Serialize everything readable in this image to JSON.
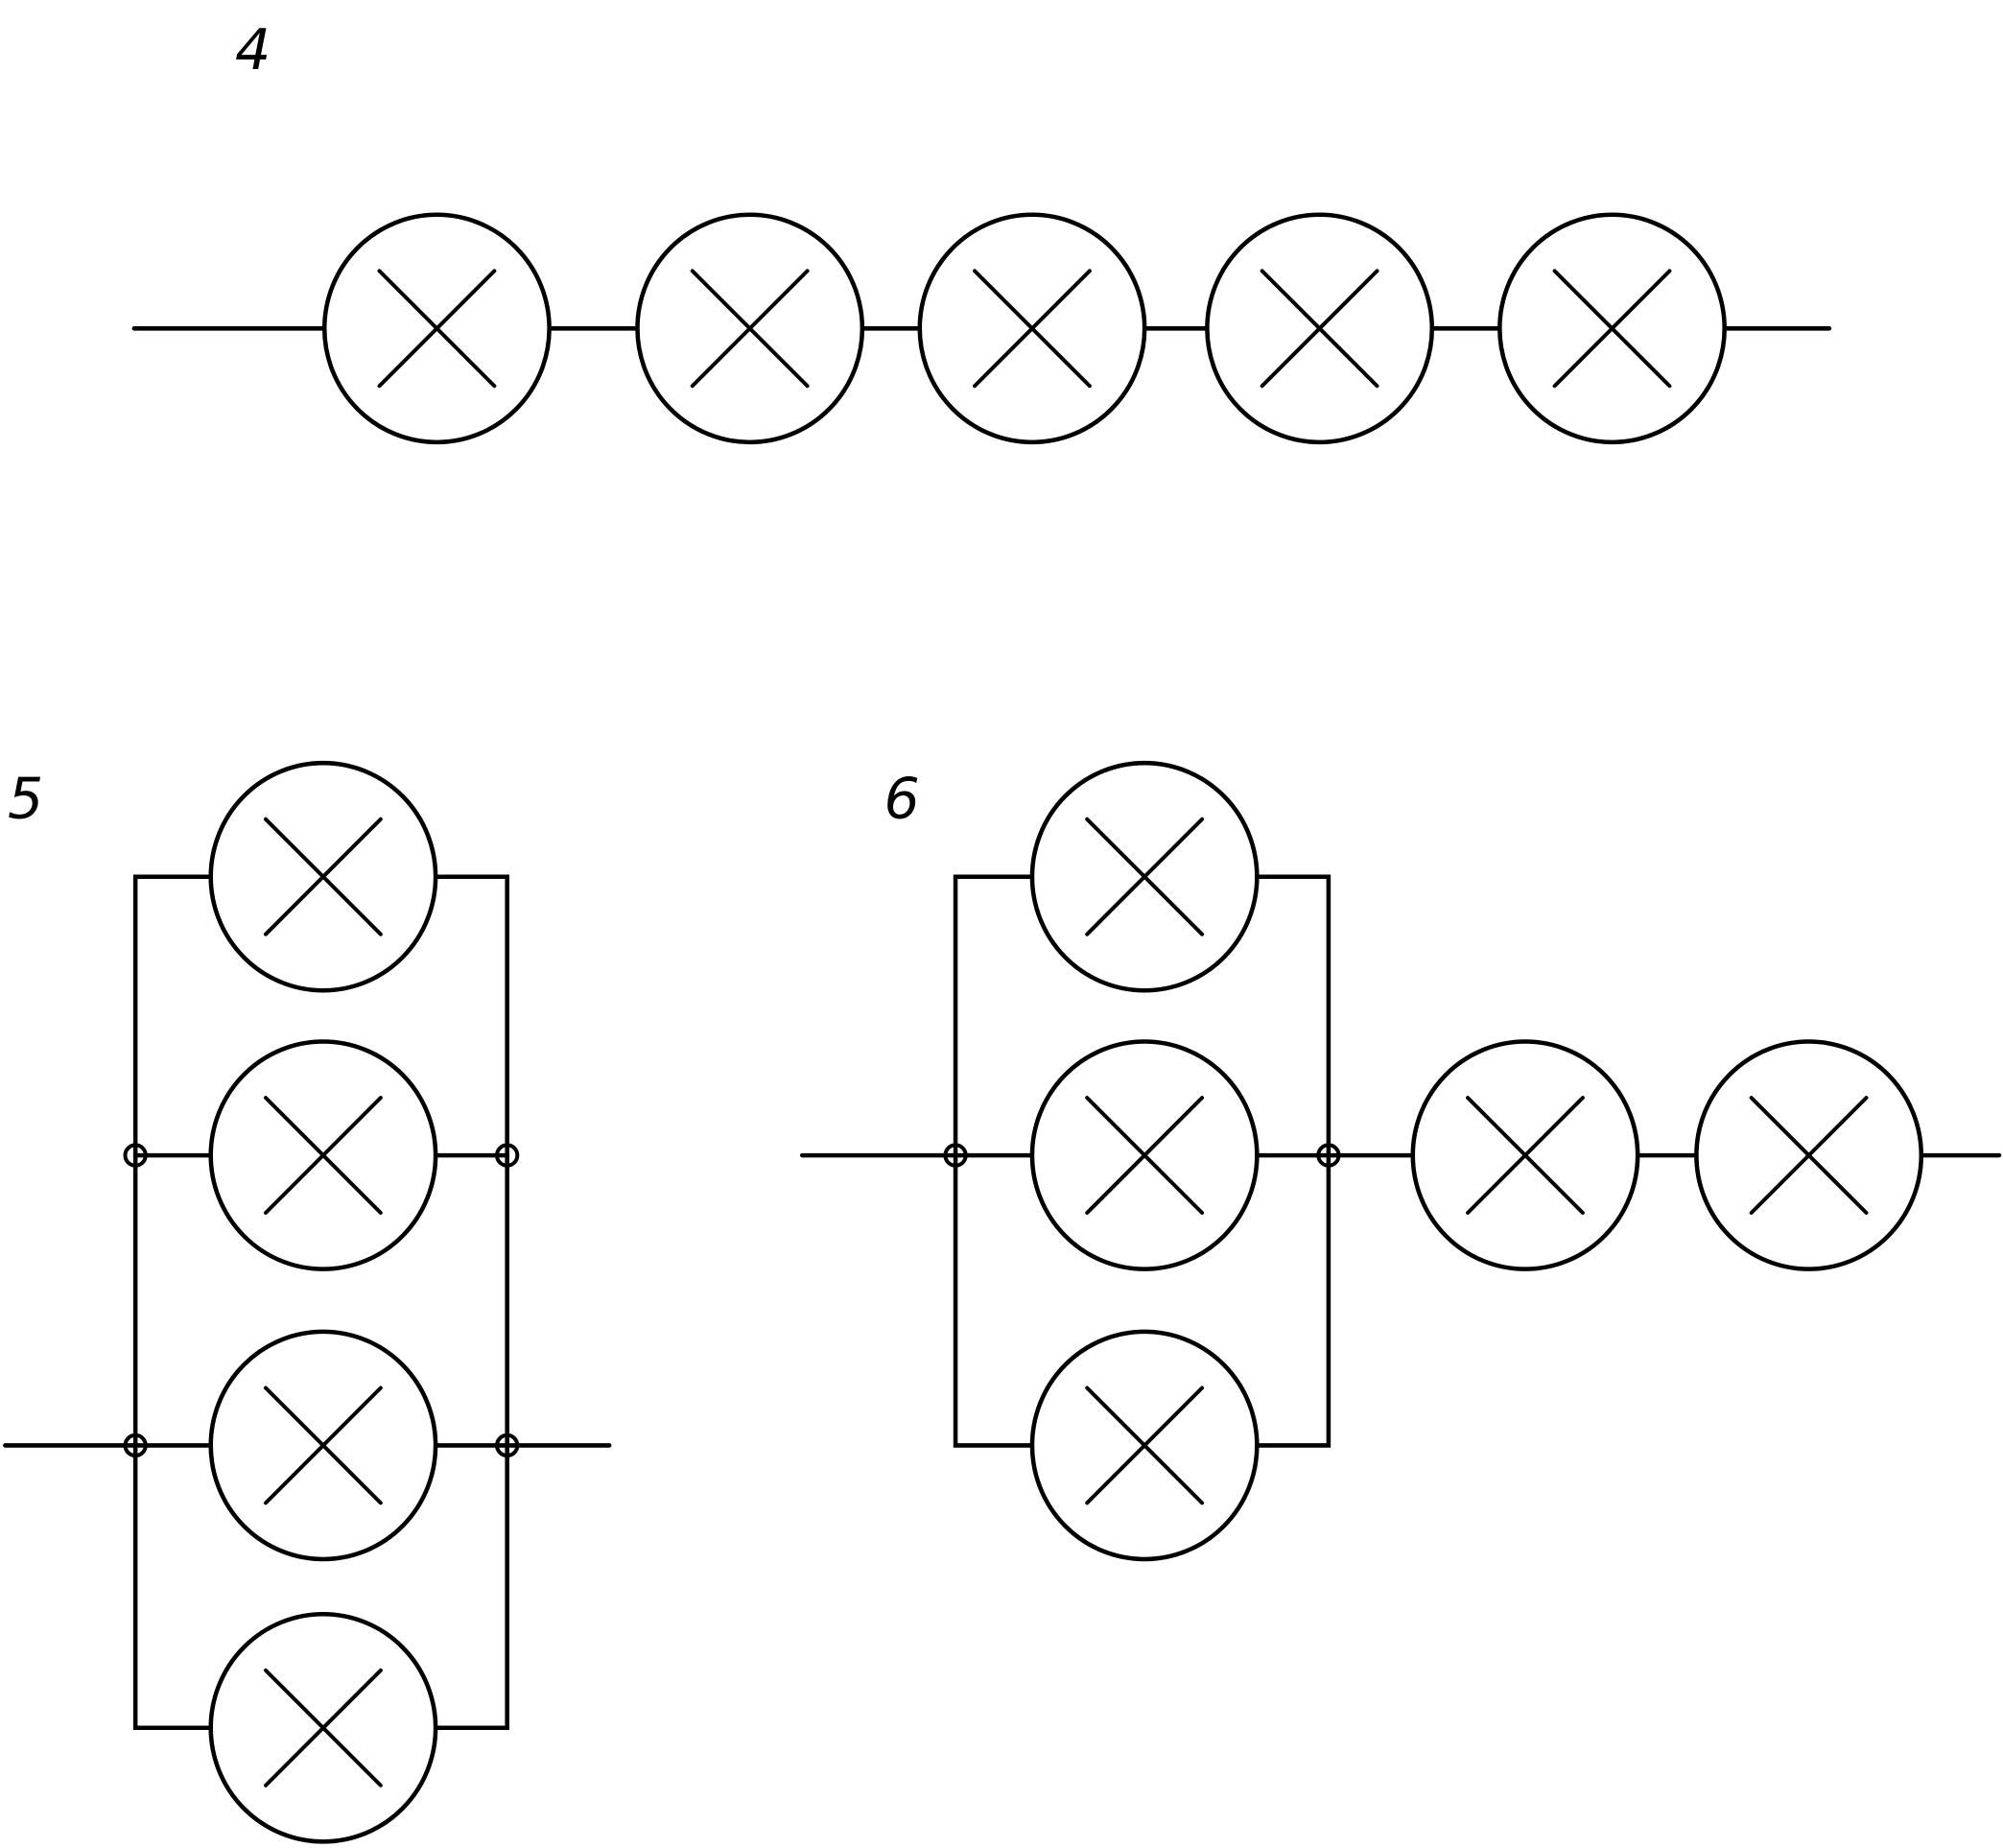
{
  "figure": {
    "type": "electrical schematic",
    "symbol": "lamp (circle with X)",
    "colors": {
      "stroke": "#000000",
      "background": "#ffffff"
    }
  },
  "diagrams": [
    {
      "label": "4",
      "topology": "series",
      "description": "Five lamps connected in series",
      "lamp_count": 5
    },
    {
      "label": "5",
      "topology": "parallel",
      "description": "Four lamps connected in parallel",
      "lamp_count": 4
    },
    {
      "label": "6",
      "topology": "mixed",
      "description": "Three lamps in parallel, connected in series with two more lamps",
      "parallel_group_count": 3,
      "series_count": 2,
      "lamp_count": 5
    }
  ]
}
